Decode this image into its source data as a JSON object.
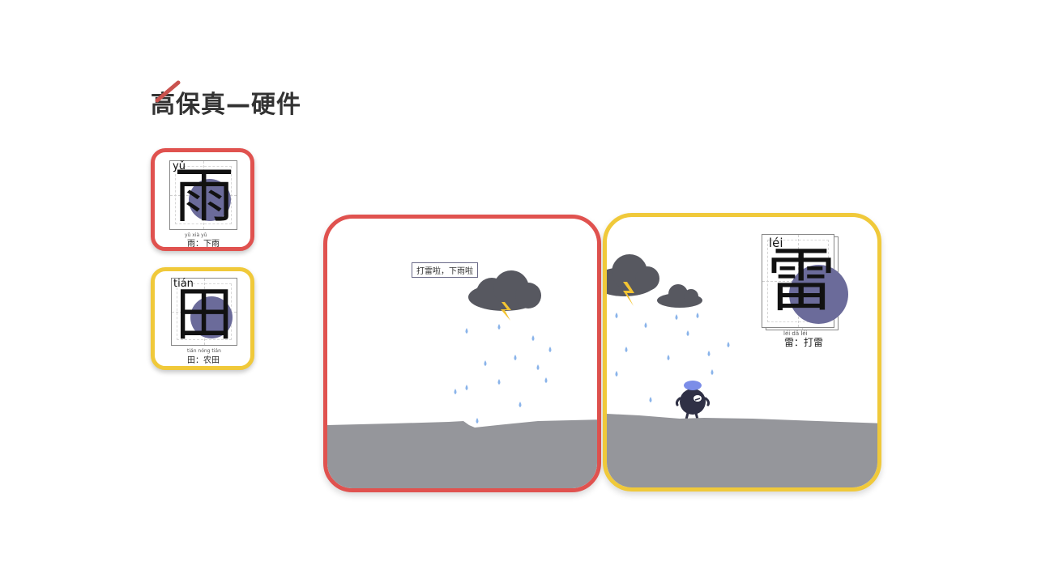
{
  "title": "高保真—硬件",
  "colors": {
    "frame_red": "#e0524f",
    "frame_yellow": "#f0c93a",
    "circle": "#6b6b9a",
    "cloud": "#575860",
    "rain": "#8ab4ea",
    "lightning": "#f3c432",
    "ground": "#95969b",
    "title_mark": "#c9524e"
  },
  "cards": [
    {
      "id": "yu",
      "pinyin": "yǔ",
      "character": "雨",
      "word": "雨：下雨",
      "word_pinyin": "yǔ     xià yǔ",
      "frame_color": "red"
    },
    {
      "id": "tian",
      "pinyin": "tián",
      "character": "田",
      "word": "田：农田",
      "word_pinyin": "tián    nóng tián",
      "frame_color": "yellow"
    }
  ],
  "scenes": {
    "left": {
      "speech_bubble": "打雷啦，下雨啦",
      "icons": [
        "cloud-icon",
        "lightning-icon",
        "rain-drop-icon",
        "ground"
      ]
    },
    "right": {
      "card": {
        "pinyin": "léi",
        "character": "雷",
        "word": "雷：打雷",
        "word_pinyin": "léi    dǎ  léi"
      },
      "icons": [
        "cloud-icon",
        "lightning-icon",
        "rain-drop-icon",
        "character-figure-icon",
        "ground"
      ]
    }
  }
}
